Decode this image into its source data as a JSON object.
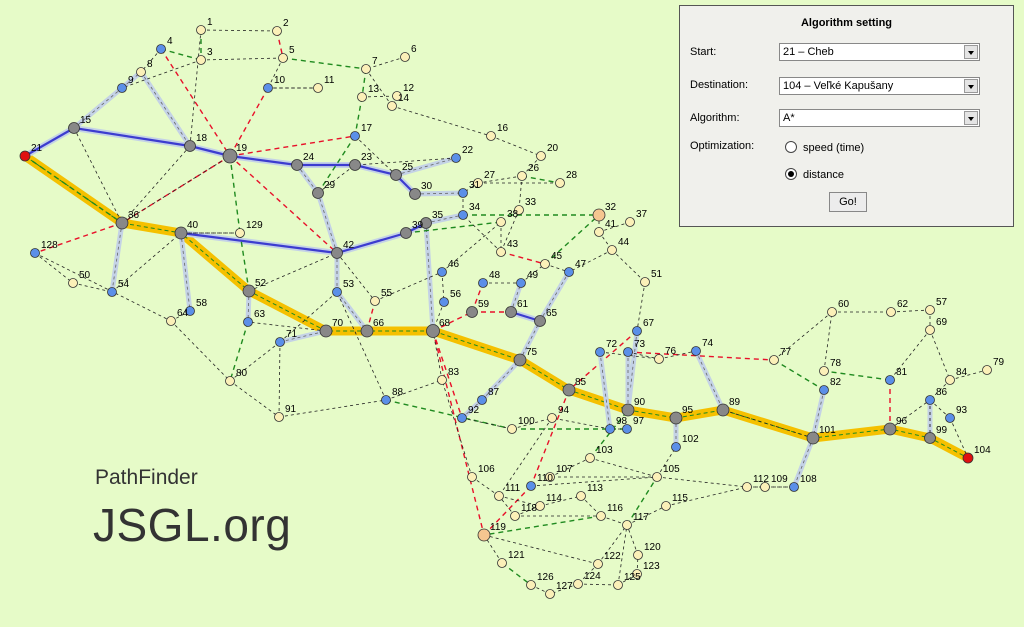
{
  "brand": {
    "small": "PathFinder",
    "big": "JSGL.org"
  },
  "panel": {
    "title": "Algorithm setting",
    "start_label": "Start:",
    "start_value": "21 –  Cheb",
    "destination_label": "Destination:",
    "destination_value": "104  –  Veľké  Kapušany",
    "algorithm_label": "Algorithm:",
    "algorithm_value": "A*",
    "optimization_label": "Optimization:",
    "options": [
      {
        "label": "speed  (time)",
        "selected": false
      },
      {
        "label": "distance",
        "selected": true
      }
    ],
    "go_label": "Go!"
  },
  "colors": {
    "gray": "#888888",
    "blue": "#5b8fe8",
    "yellow": "#fbf0b8",
    "orange": "#f5c690",
    "red": "#e01010",
    "path": "#f5c000",
    "blue_edge": "#3c3ccf",
    "light_edge": "#c4d2e6",
    "red_edge": "#e8102a",
    "green_edge": "#1f8a1f"
  },
  "graph": {
    "nodes": [
      {
        "id": "1",
        "t": "y"
      },
      {
        "id": "2",
        "t": "y"
      },
      {
        "id": "3",
        "t": "y"
      },
      {
        "id": "4",
        "t": "b"
      },
      {
        "id": "5",
        "t": "y"
      },
      {
        "id": "6",
        "t": "y"
      },
      {
        "id": "7",
        "t": "y"
      },
      {
        "id": "8",
        "t": "y"
      },
      {
        "id": "9",
        "t": "b"
      },
      {
        "id": "10",
        "t": "b"
      },
      {
        "id": "11",
        "t": "y"
      },
      {
        "id": "12",
        "t": "y"
      },
      {
        "id": "13",
        "t": "y"
      },
      {
        "id": "14",
        "t": "y"
      },
      {
        "id": "15",
        "t": "g"
      },
      {
        "id": "16",
        "t": "y"
      },
      {
        "id": "17",
        "t": "b"
      },
      {
        "id": "18",
        "t": "g"
      },
      {
        "id": "19",
        "t": "g"
      },
      {
        "id": "20",
        "t": "y"
      },
      {
        "id": "21",
        "t": "r"
      },
      {
        "id": "22",
        "t": "b"
      },
      {
        "id": "23",
        "t": "g"
      },
      {
        "id": "24",
        "t": "g"
      },
      {
        "id": "25",
        "t": "g"
      },
      {
        "id": "26",
        "t": "y"
      },
      {
        "id": "27",
        "t": "y"
      },
      {
        "id": "28",
        "t": "y"
      },
      {
        "id": "29",
        "t": "g"
      },
      {
        "id": "30",
        "t": "g"
      },
      {
        "id": "31",
        "t": "b"
      },
      {
        "id": "32",
        "t": "o"
      },
      {
        "id": "33",
        "t": "y"
      },
      {
        "id": "34",
        "t": "b"
      },
      {
        "id": "35",
        "t": "g"
      },
      {
        "id": "36",
        "t": "g"
      },
      {
        "id": "37",
        "t": "y"
      },
      {
        "id": "38",
        "t": "y"
      },
      {
        "id": "39",
        "t": "g"
      },
      {
        "id": "40",
        "t": "g"
      },
      {
        "id": "41",
        "t": "y"
      },
      {
        "id": "42",
        "t": "g"
      },
      {
        "id": "43",
        "t": "y"
      },
      {
        "id": "44",
        "t": "y"
      },
      {
        "id": "45",
        "t": "y"
      },
      {
        "id": "46",
        "t": "b"
      },
      {
        "id": "47",
        "t": "b"
      },
      {
        "id": "48",
        "t": "b"
      },
      {
        "id": "49",
        "t": "b"
      },
      {
        "id": "50",
        "t": "y"
      },
      {
        "id": "51",
        "t": "y"
      },
      {
        "id": "52",
        "t": "g"
      },
      {
        "id": "53",
        "t": "b"
      },
      {
        "id": "54",
        "t": "b"
      },
      {
        "id": "55",
        "t": "y"
      },
      {
        "id": "56",
        "t": "b"
      },
      {
        "id": "57",
        "t": "y"
      },
      {
        "id": "58",
        "t": "b"
      },
      {
        "id": "59",
        "t": "g"
      },
      {
        "id": "60",
        "t": "y"
      },
      {
        "id": "61",
        "t": "g"
      },
      {
        "id": "62",
        "t": "y"
      },
      {
        "id": "63",
        "t": "b"
      },
      {
        "id": "64",
        "t": "y"
      },
      {
        "id": "65",
        "t": "g"
      },
      {
        "id": "66",
        "t": "g"
      },
      {
        "id": "67",
        "t": "b"
      },
      {
        "id": "68",
        "t": "g"
      },
      {
        "id": "69",
        "t": "y"
      },
      {
        "id": "70",
        "t": "g"
      },
      {
        "id": "71",
        "t": "b"
      },
      {
        "id": "72",
        "t": "b"
      },
      {
        "id": "73",
        "t": "b"
      },
      {
        "id": "74",
        "t": "b"
      },
      {
        "id": "75",
        "t": "g"
      },
      {
        "id": "76",
        "t": "y"
      },
      {
        "id": "77",
        "t": "y"
      },
      {
        "id": "78",
        "t": "y"
      },
      {
        "id": "79",
        "t": "y"
      },
      {
        "id": "80",
        "t": "y"
      },
      {
        "id": "81",
        "t": "b"
      },
      {
        "id": "82",
        "t": "b"
      },
      {
        "id": "83",
        "t": "y"
      },
      {
        "id": "84",
        "t": "y"
      },
      {
        "id": "85",
        "t": "g"
      },
      {
        "id": "86",
        "t": "b"
      },
      {
        "id": "87",
        "t": "b"
      },
      {
        "id": "88",
        "t": "b"
      },
      {
        "id": "89",
        "t": "g"
      },
      {
        "id": "90",
        "t": "g"
      },
      {
        "id": "91",
        "t": "y"
      },
      {
        "id": "92",
        "t": "b"
      },
      {
        "id": "93",
        "t": "b"
      },
      {
        "id": "94",
        "t": "y"
      },
      {
        "id": "95",
        "t": "g"
      },
      {
        "id": "96",
        "t": "g"
      },
      {
        "id": "97",
        "t": "b"
      },
      {
        "id": "98",
        "t": "b"
      },
      {
        "id": "99",
        "t": "g"
      },
      {
        "id": "100",
        "t": "y"
      },
      {
        "id": "101",
        "t": "g"
      },
      {
        "id": "102",
        "t": "b"
      },
      {
        "id": "103",
        "t": "y"
      },
      {
        "id": "104",
        "t": "r"
      },
      {
        "id": "105",
        "t": "y"
      },
      {
        "id": "106",
        "t": "y"
      },
      {
        "id": "107",
        "t": "y"
      },
      {
        "id": "108",
        "t": "b"
      },
      {
        "id": "109",
        "t": "y"
      },
      {
        "id": "110",
        "t": "b"
      },
      {
        "id": "111",
        "t": "y"
      },
      {
        "id": "112",
        "t": "y"
      },
      {
        "id": "113",
        "t": "y"
      },
      {
        "id": "114",
        "t": "y"
      },
      {
        "id": "115",
        "t": "y"
      },
      {
        "id": "116",
        "t": "y"
      },
      {
        "id": "117",
        "t": "y"
      },
      {
        "id": "118",
        "t": "y"
      },
      {
        "id": "119",
        "t": "o"
      },
      {
        "id": "120",
        "t": "y"
      },
      {
        "id": "121",
        "t": "y"
      },
      {
        "id": "122",
        "t": "y"
      },
      {
        "id": "123",
        "t": "y"
      },
      {
        "id": "124",
        "t": "y"
      },
      {
        "id": "125",
        "t": "y"
      },
      {
        "id": "126",
        "t": "y"
      },
      {
        "id": "127",
        "t": "y"
      },
      {
        "id": "128",
        "t": "b"
      },
      {
        "id": "129",
        "t": "y"
      }
    ],
    "path": [
      "21",
      "36",
      "40",
      "52",
      "70",
      "66",
      "68",
      "75",
      "85",
      "90",
      "95",
      "89",
      "101",
      "96",
      "99",
      "104"
    ],
    "edges": [
      [
        "21",
        "15",
        "blue"
      ],
      [
        "15",
        "9",
        "light"
      ],
      [
        "9",
        "8",
        "light"
      ],
      [
        "8",
        "18",
        "light"
      ],
      [
        "15",
        "18",
        "blue"
      ],
      [
        "18",
        "19",
        "blue"
      ],
      [
        "19",
        "24",
        "blue"
      ],
      [
        "24",
        "23",
        "blue"
      ],
      [
        "23",
        "25",
        "blue"
      ],
      [
        "25",
        "30",
        "blue"
      ],
      [
        "30",
        "31",
        "light"
      ],
      [
        "25",
        "22",
        "light"
      ],
      [
        "19",
        "17",
        "red"
      ],
      [
        "4",
        "19",
        "red"
      ],
      [
        "10",
        "19",
        "red"
      ],
      [
        "19",
        "42",
        "red"
      ],
      [
        "19",
        "36",
        "red"
      ],
      [
        "21",
        "36",
        "green"
      ],
      [
        "40",
        "42",
        "blue"
      ],
      [
        "42",
        "39",
        "blue"
      ],
      [
        "39",
        "35",
        "blue"
      ],
      [
        "24",
        "29",
        "light"
      ],
      [
        "29",
        "42",
        "light"
      ],
      [
        "42",
        "53",
        "light"
      ],
      [
        "53",
        "66",
        "light"
      ],
      [
        "35",
        "34",
        "light"
      ],
      [
        "34",
        "32",
        "green"
      ],
      [
        "35",
        "68",
        "light"
      ],
      [
        "39",
        "38",
        "green"
      ],
      [
        "68",
        "59",
        "red"
      ],
      [
        "59",
        "61",
        "red"
      ],
      [
        "61",
        "65",
        "blue"
      ],
      [
        "59",
        "48",
        "red"
      ],
      [
        "61",
        "49",
        "light"
      ],
      [
        "65",
        "47",
        "light"
      ],
      [
        "68",
        "92",
        "red"
      ],
      [
        "92",
        "87",
        "light"
      ],
      [
        "87",
        "75",
        "light"
      ],
      [
        "75",
        "65",
        "light"
      ],
      [
        "85",
        "110",
        "red"
      ],
      [
        "110",
        "119",
        "red"
      ],
      [
        "68",
        "119",
        "red"
      ],
      [
        "67",
        "85",
        "red"
      ],
      [
        "67",
        "90",
        "light"
      ],
      [
        "73",
        "90",
        "light"
      ],
      [
        "72",
        "98",
        "light"
      ],
      [
        "74",
        "89",
        "light"
      ],
      [
        "73",
        "77",
        "red"
      ],
      [
        "77",
        "82",
        "green"
      ],
      [
        "82",
        "101",
        "light"
      ],
      [
        "81",
        "96",
        "red"
      ],
      [
        "86",
        "99",
        "light"
      ],
      [
        "95",
        "102",
        "light"
      ],
      [
        "101",
        "108",
        "light"
      ],
      [
        "36",
        "54",
        "light"
      ],
      [
        "40",
        "58",
        "light"
      ],
      [
        "52",
        "63",
        "light"
      ],
      [
        "71",
        "70",
        "light"
      ],
      [
        "36",
        "128",
        "red"
      ],
      [
        "2",
        "5",
        "red"
      ],
      [
        "1",
        "3",
        "green"
      ],
      [
        "4",
        "3",
        "green"
      ],
      [
        "5",
        "7",
        "green"
      ],
      [
        "7",
        "13",
        "green"
      ],
      [
        "13",
        "17",
        "green"
      ],
      [
        "29",
        "17",
        "green"
      ],
      [
        "19",
        "129",
        "green"
      ],
      [
        "129",
        "52",
        "green"
      ],
      [
        "63",
        "80",
        "green"
      ],
      [
        "88",
        "100",
        "green"
      ],
      [
        "100",
        "97",
        "green"
      ],
      [
        "45",
        "32",
        "green"
      ],
      [
        "26",
        "28",
        "green"
      ],
      [
        "43",
        "45",
        "red"
      ],
      [
        "66",
        "55",
        "red"
      ],
      [
        "81",
        "78",
        "green"
      ],
      [
        "103",
        "90",
        "green"
      ],
      [
        "116",
        "119",
        "green"
      ],
      [
        "117",
        "105",
        "green"
      ],
      [
        "121",
        "126",
        "green"
      ],
      [
        "119",
        "121",
        "dash"
      ],
      [
        "1",
        "2",
        "dash"
      ],
      [
        "3",
        "5",
        "dash"
      ],
      [
        "3",
        "9",
        "dash"
      ],
      [
        "5",
        "10",
        "dash"
      ],
      [
        "10",
        "11",
        "dash"
      ],
      [
        "6",
        "7",
        "dash"
      ],
      [
        "7",
        "14",
        "dash"
      ],
      [
        "12",
        "14",
        "dash"
      ],
      [
        "13",
        "12",
        "dash"
      ],
      [
        "14",
        "16",
        "dash"
      ],
      [
        "16",
        "20",
        "dash"
      ],
      [
        "20",
        "26",
        "dash"
      ],
      [
        "26",
        "27",
        "dash"
      ],
      [
        "27",
        "31",
        "dash"
      ],
      [
        "22",
        "23",
        "dash"
      ],
      [
        "26",
        "33",
        "dash"
      ],
      [
        "33",
        "43",
        "dash"
      ],
      [
        "43",
        "34",
        "dash"
      ],
      [
        "32",
        "41",
        "dash"
      ],
      [
        "41",
        "44",
        "dash"
      ],
      [
        "44",
        "47",
        "dash"
      ],
      [
        "37",
        "41",
        "dash"
      ],
      [
        "44",
        "51",
        "dash"
      ],
      [
        "51",
        "67",
        "dash"
      ],
      [
        "15",
        "36",
        "dash"
      ],
      [
        "18",
        "36",
        "dash"
      ],
      [
        "18",
        "1",
        "dash"
      ],
      [
        "128",
        "50",
        "dash"
      ],
      [
        "50",
        "54",
        "dash"
      ],
      [
        "54",
        "40",
        "dash"
      ],
      [
        "128",
        "64",
        "dash"
      ],
      [
        "64",
        "58",
        "dash"
      ],
      [
        "64",
        "80",
        "dash"
      ],
      [
        "80",
        "71",
        "dash"
      ],
      [
        "80",
        "91",
        "dash"
      ],
      [
        "91",
        "71",
        "dash"
      ],
      [
        "91",
        "88",
        "dash"
      ],
      [
        "88",
        "83",
        "dash"
      ],
      [
        "83",
        "68",
        "dash"
      ],
      [
        "88",
        "53",
        "dash"
      ],
      [
        "55",
        "46",
        "dash"
      ],
      [
        "46",
        "56",
        "dash"
      ],
      [
        "56",
        "68",
        "dash"
      ],
      [
        "46",
        "38",
        "dash"
      ],
      [
        "48",
        "49",
        "dash"
      ],
      [
        "49",
        "45",
        "dash"
      ],
      [
        "45",
        "47",
        "dash"
      ],
      [
        "92",
        "100",
        "dash"
      ],
      [
        "100",
        "94",
        "dash"
      ],
      [
        "94",
        "111",
        "dash"
      ],
      [
        "111",
        "106",
        "dash"
      ],
      [
        "106",
        "83",
        "dash"
      ],
      [
        "111",
        "114",
        "dash"
      ],
      [
        "114",
        "118",
        "dash"
      ],
      [
        "118",
        "111",
        "dash"
      ],
      [
        "114",
        "113",
        "dash"
      ],
      [
        "113",
        "116",
        "dash"
      ],
      [
        "116",
        "117",
        "dash"
      ],
      [
        "117",
        "115",
        "dash"
      ],
      [
        "115",
        "112",
        "dash"
      ],
      [
        "112",
        "109",
        "dash"
      ],
      [
        "109",
        "108",
        "dash"
      ],
      [
        "105",
        "102",
        "dash"
      ],
      [
        "105",
        "112",
        "dash"
      ],
      [
        "105",
        "107",
        "dash"
      ],
      [
        "107",
        "103",
        "dash"
      ],
      [
        "119",
        "122",
        "dash"
      ],
      [
        "122",
        "117",
        "dash"
      ],
      [
        "122",
        "124",
        "dash"
      ],
      [
        "124",
        "127",
        "dash"
      ],
      [
        "127",
        "126",
        "dash"
      ],
      [
        "124",
        "125",
        "dash"
      ],
      [
        "125",
        "123",
        "dash"
      ],
      [
        "123",
        "120",
        "dash"
      ],
      [
        "120",
        "117",
        "dash"
      ],
      [
        "125",
        "117",
        "dash"
      ],
      [
        "60",
        "77",
        "dash"
      ],
      [
        "60",
        "62",
        "dash"
      ],
      [
        "62",
        "57",
        "dash"
      ],
      [
        "57",
        "69",
        "dash"
      ],
      [
        "69",
        "81",
        "dash"
      ],
      [
        "69",
        "84",
        "dash"
      ],
      [
        "84",
        "79",
        "dash"
      ],
      [
        "84",
        "86",
        "dash"
      ],
      [
        "78",
        "60",
        "dash"
      ],
      [
        "86",
        "93",
        "dash"
      ],
      [
        "93",
        "104",
        "dash"
      ],
      [
        "86",
        "99",
        "dash"
      ],
      [
        "96",
        "86",
        "dash"
      ],
      [
        "101",
        "89",
        "dash"
      ],
      [
        "73",
        "76",
        "dash"
      ],
      [
        "76",
        "74",
        "dash"
      ],
      [
        "72",
        "76",
        "dash"
      ],
      [
        "97",
        "98",
        "dash"
      ],
      [
        "98",
        "94",
        "dash"
      ],
      [
        "40",
        "129",
        "dash"
      ],
      [
        "36",
        "19",
        "dash"
      ],
      [
        "52",
        "42",
        "dash"
      ],
      [
        "42",
        "55",
        "dash"
      ],
      [
        "11",
        "10",
        "dash"
      ],
      [
        "17",
        "25",
        "dash"
      ],
      [
        "27",
        "28",
        "dash"
      ],
      [
        "129",
        "40",
        "dash"
      ],
      [
        "70",
        "63",
        "dash"
      ],
      [
        "71",
        "53",
        "dash"
      ],
      [
        "29",
        "23",
        "dash"
      ],
      [
        "38",
        "43",
        "dash"
      ],
      [
        "31",
        "34",
        "dash"
      ],
      [
        "110",
        "105",
        "dash"
      ],
      [
        "118",
        "116",
        "dash"
      ],
      [
        "4",
        "8",
        "dash"
      ],
      [
        "103",
        "105",
        "dash"
      ],
      [
        "108",
        "112",
        "dash"
      ]
    ]
  }
}
